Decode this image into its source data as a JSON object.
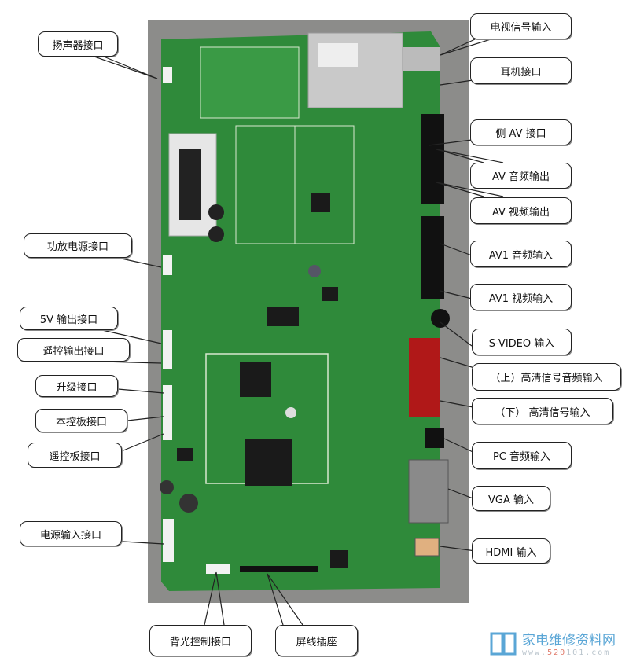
{
  "labels_left": [
    {
      "id": "speaker",
      "text": "扬声器接口"
    },
    {
      "id": "amp-power",
      "text": "功放电源接口"
    },
    {
      "id": "5v-out",
      "text": "5V 输出接口"
    },
    {
      "id": "remote-out",
      "text": "遥控输出接口"
    },
    {
      "id": "upgrade",
      "text": "升级接口"
    },
    {
      "id": "keypad",
      "text": "本控板接口"
    },
    {
      "id": "remote-board",
      "text": "遥控板接口"
    },
    {
      "id": "power-in",
      "text": "电源输入接口"
    }
  ],
  "labels_bottom": [
    {
      "id": "backlight",
      "text": "背光控制接口"
    },
    {
      "id": "lvds",
      "text": "屏线插座"
    }
  ],
  "labels_right": [
    {
      "id": "tv-in",
      "text": "电视信号输入"
    },
    {
      "id": "headphone",
      "text": "耳机接口"
    },
    {
      "id": "side-av",
      "text": "侧 AV 接口"
    },
    {
      "id": "av-audio-out",
      "text": "AV 音频输出"
    },
    {
      "id": "av-video-out",
      "text": "AV 视频输出"
    },
    {
      "id": "av1-audio-in",
      "text": "AV1 音频输入"
    },
    {
      "id": "av1-video-in",
      "text": "AV1 视频输入"
    },
    {
      "id": "svideo-in",
      "text": "S-VIDEO 输入"
    },
    {
      "id": "hd-audio-in",
      "text": "（上）高清信号音频输入"
    },
    {
      "id": "hd-in",
      "text": "（下） 高清信号输入"
    },
    {
      "id": "pc-audio-in",
      "text": "PC  音频输入"
    },
    {
      "id": "vga-in",
      "text": "VGA 输入"
    },
    {
      "id": "hdmi-in",
      "text": "HDMI 输入"
    }
  ],
  "watermark": {
    "title": "家电维修资料网",
    "url_prefix": "www.",
    "url_highlight": "520",
    "url_suffix": "101.com"
  },
  "colors": {
    "board": "#2f8a3a",
    "board_dark": "#1f6a2c",
    "backdrop": "#8a8a88",
    "silk": "#d8e8d0"
  }
}
